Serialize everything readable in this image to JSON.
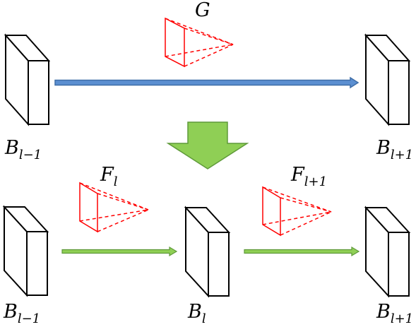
{
  "top": {
    "kernel_label": "G",
    "left_block_label": {
      "base": "B",
      "sub": "l−1"
    },
    "right_block_label": {
      "base": "B",
      "sub": "l+1"
    }
  },
  "bottom": {
    "kernel1_label": {
      "base": "F",
      "sub": "l"
    },
    "kernel2_label": {
      "base": "F",
      "sub": "l+1"
    },
    "left_block_label": {
      "base": "B",
      "sub": "l−1"
    },
    "middle_block_label": {
      "base": "B",
      "sub": "l"
    },
    "right_block_label": {
      "base": "B",
      "sub": "l+1"
    }
  },
  "colors": {
    "blue_arrow": "#5b8fd1",
    "blue_arrow_stroke": "#3f6ea8",
    "green_arrow": "#8fcf55",
    "green_arrow_stroke": "#5f9a3a",
    "kernel": "#ff0000",
    "block_stroke": "#000000"
  }
}
